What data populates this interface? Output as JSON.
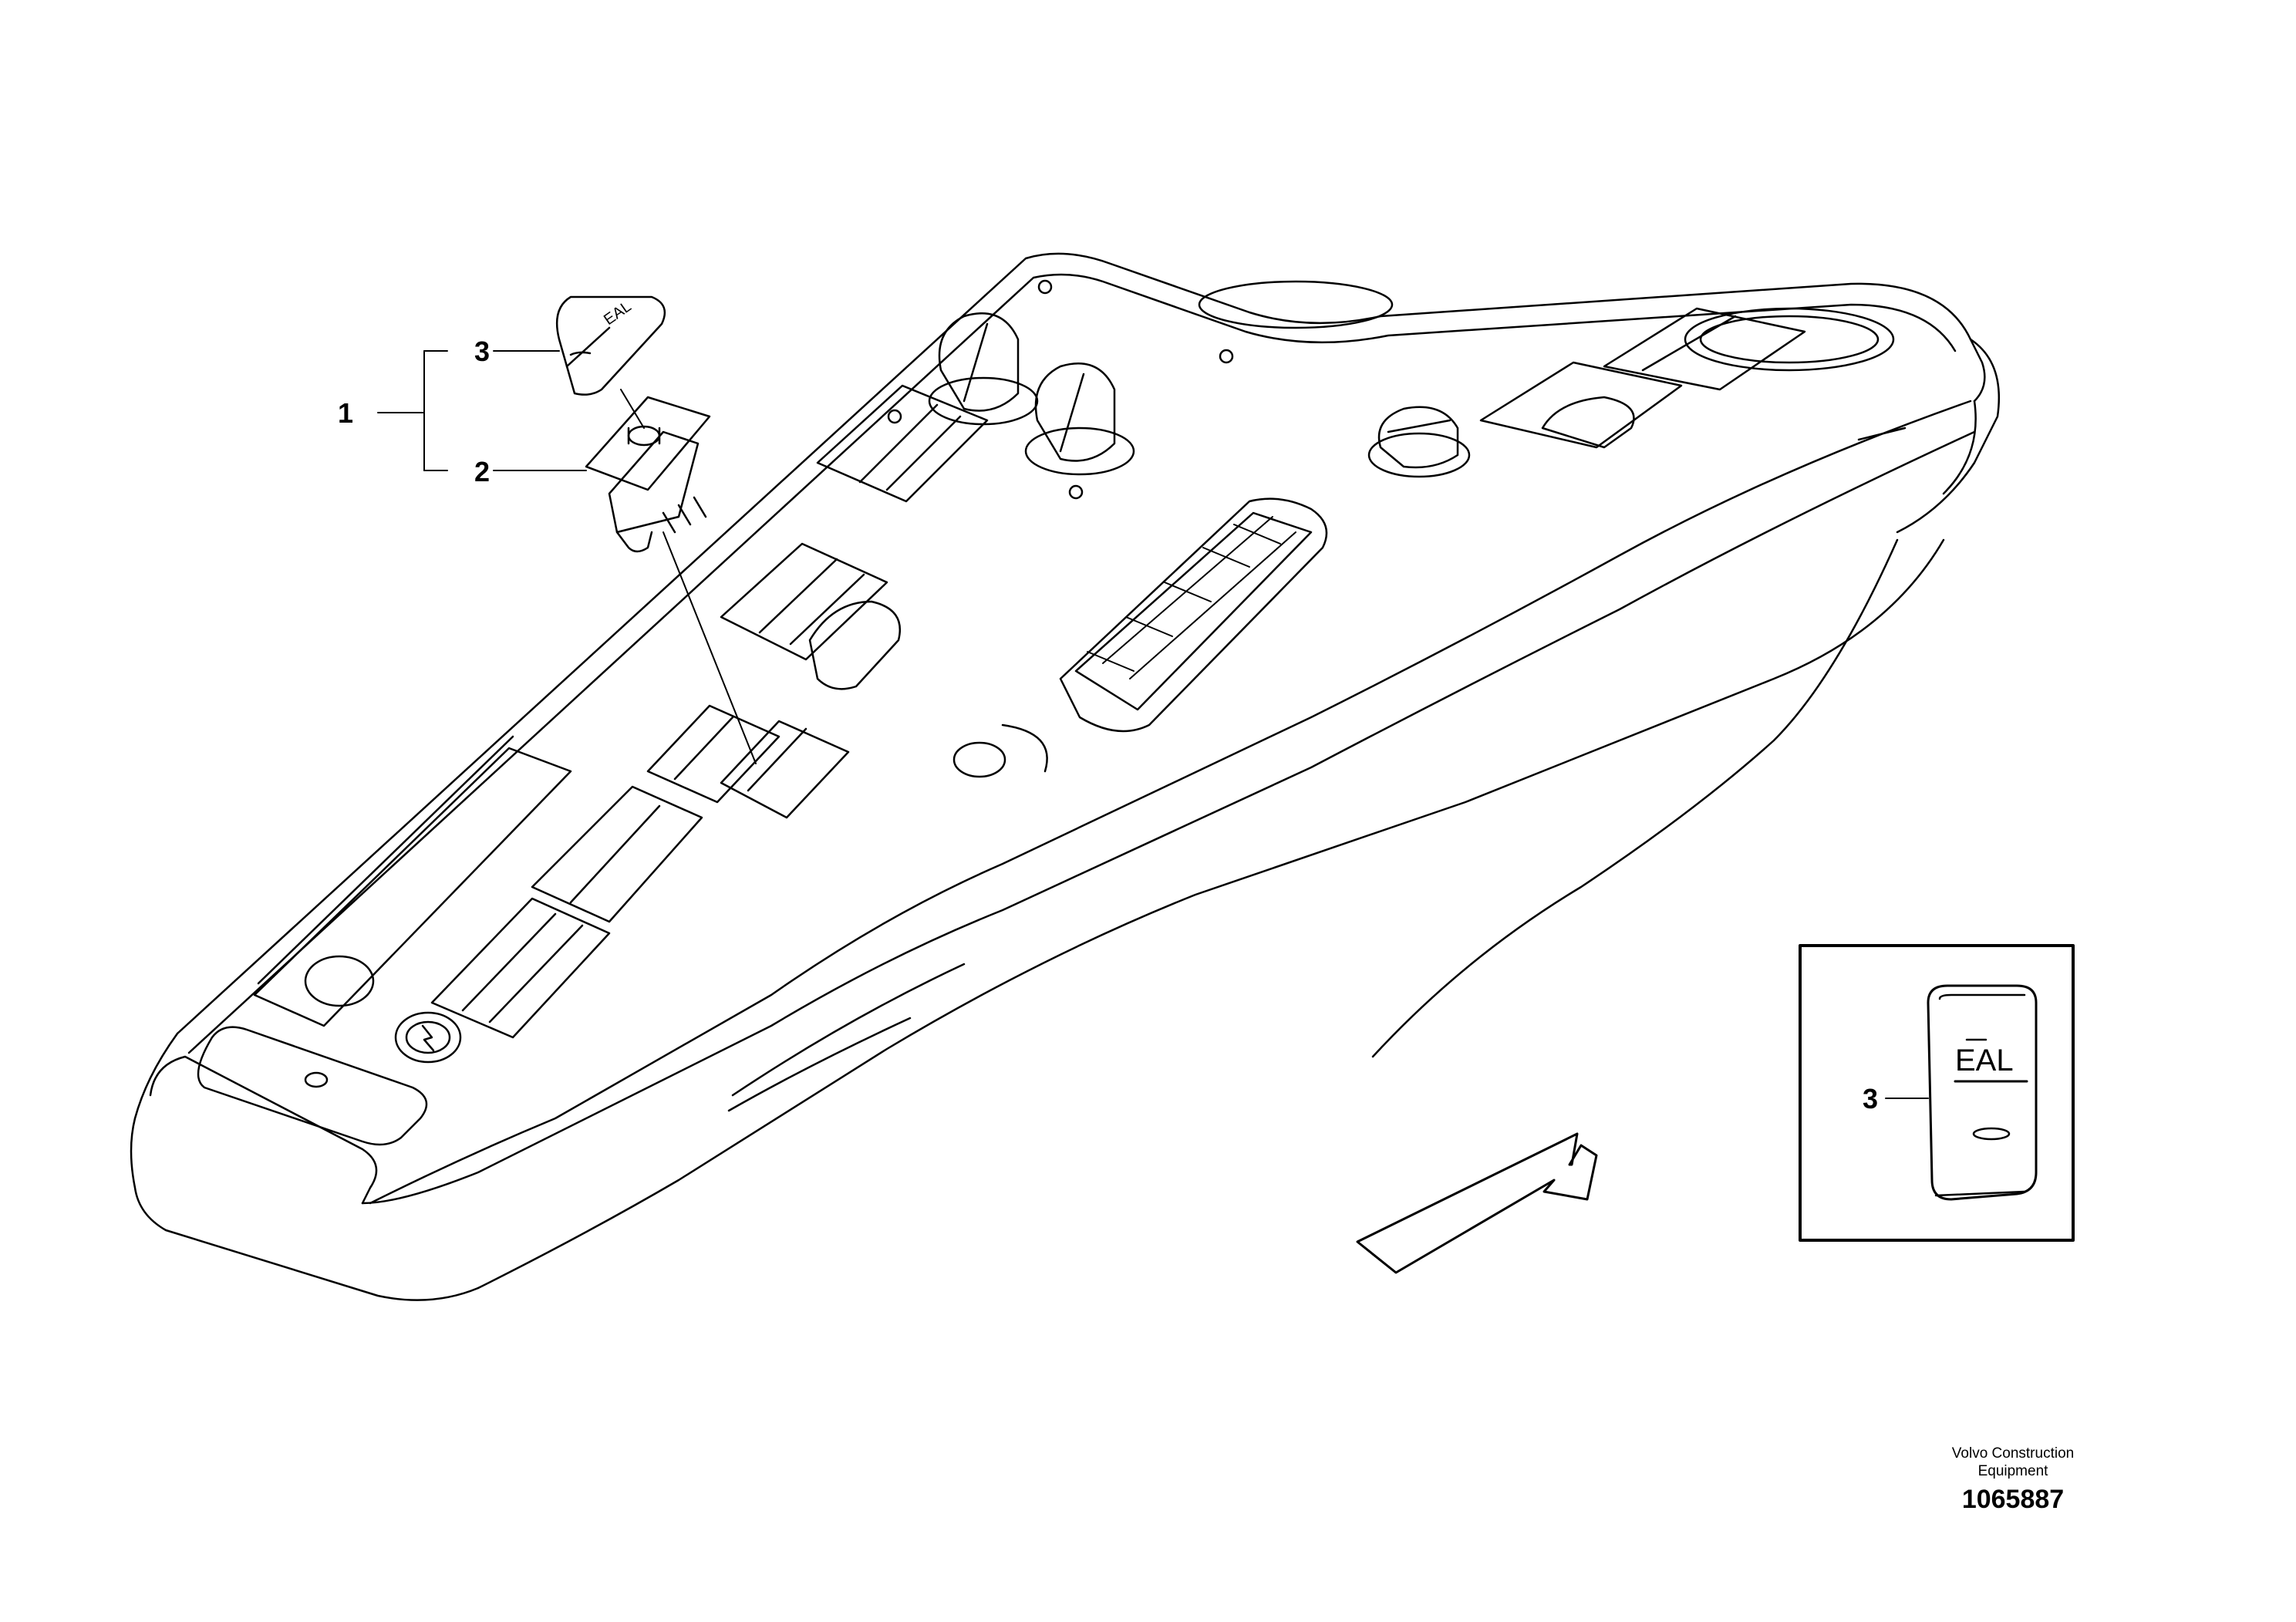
{
  "callouts": {
    "item_1": "1",
    "item_2": "2",
    "item_3": "3",
    "detail_item_3": "3"
  },
  "switch_symbol_text": "EAL",
  "manufacturer": {
    "line1": "Volvo Construction",
    "line2": "Equipment"
  },
  "part_number": "1065887",
  "colors": {
    "line": "#000000",
    "background": "#ffffff"
  }
}
